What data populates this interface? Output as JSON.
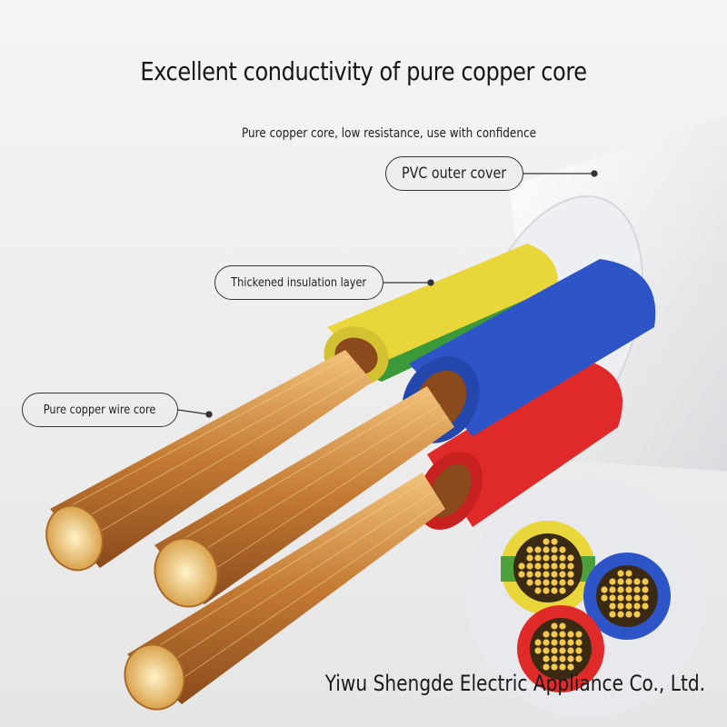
{
  "title": "Excellent conductivity of pure copper core",
  "subtitle": "Pure copper core, low resistance, use with confidence",
  "callouts": {
    "pvc": "PVC outer cover",
    "insulation": "Thickened insulation layer",
    "core": "Pure copper wire core"
  },
  "company": "Yiwu Shengde Electric Appliance Co., Ltd.",
  "colors": {
    "sheath": "#f2f2f4",
    "yellow": "#e8d63a",
    "green": "#3a9a3a",
    "blue": "#2d55c8",
    "red": "#e02a2a",
    "copper": "#c9803a"
  }
}
